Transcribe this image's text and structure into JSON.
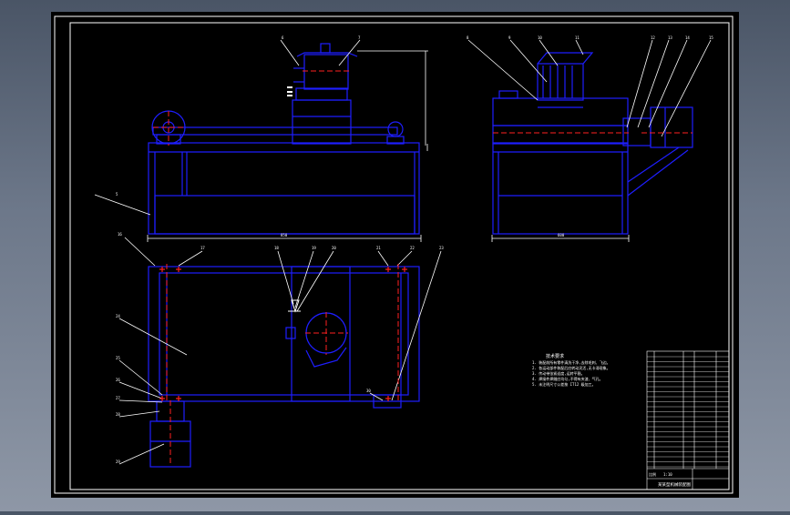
{
  "tech_notes": {
    "heading": "技术要求",
    "lines": [
      "1. 装配前所有零件清洗干净,去除毛刺、飞边。",
      "2. 各运动部件装配后应转动灵活,无卡滞现象。",
      "3. 传动带张紧适度,运转平稳。",
      "4. 焊接件焊缝应均匀,不得有夹渣、气孔。",
      "5. 未注明尺寸公差按 IT12 级加工。"
    ]
  },
  "title_block": {
    "drawing_title": "某某型机械装配图",
    "label_scale": "比例",
    "scale_value": "1:10"
  },
  "dimensions": {
    "front_width": "850",
    "side_width": "600"
  },
  "balloons": [
    "5",
    "6",
    "7",
    "8",
    "9",
    "10",
    "11",
    "12",
    "13",
    "14",
    "15",
    "16",
    "17",
    "18",
    "19",
    "20",
    "21",
    "22",
    "23",
    "24",
    "25",
    "26",
    "27",
    "28",
    "29",
    "30"
  ]
}
